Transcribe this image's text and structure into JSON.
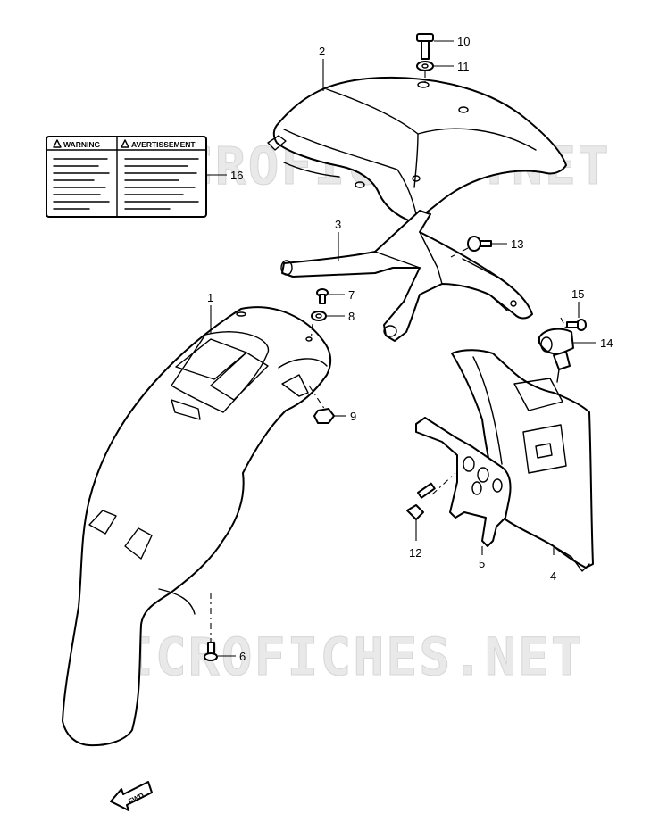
{
  "watermark": {
    "text": "MICROFICHES.NET",
    "color": "#e6e6e6"
  },
  "warning_label": {
    "left_header": "WARNING",
    "right_header": "AVERTISSEMENT"
  },
  "direction_indicator": "FWD",
  "callouts": {
    "c1": "1",
    "c2": "2",
    "c3": "3",
    "c4": "4",
    "c5": "5",
    "c6": "6",
    "c7": "7",
    "c8": "8",
    "c9": "9",
    "c10": "10",
    "c11": "11",
    "c12": "12",
    "c13": "13",
    "c14": "14",
    "c15": "15",
    "c16": "16"
  }
}
